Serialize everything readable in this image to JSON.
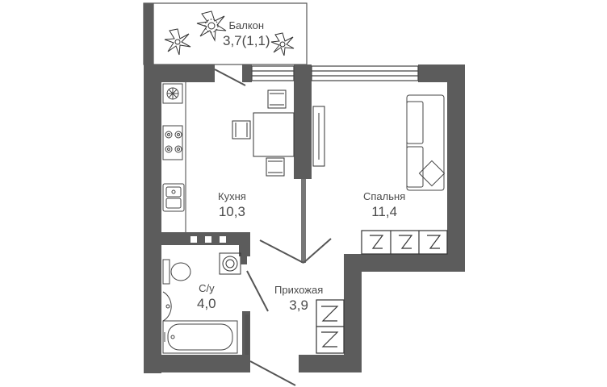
{
  "colors": {
    "wall": "#5c5c5c",
    "line": "#444444",
    "floor": "#ffffff"
  },
  "rooms": {
    "balcony": {
      "name": "Балкон",
      "area": "3,7(1,1)"
    },
    "kitchen": {
      "name": "Кухня",
      "area": "10,3"
    },
    "bedroom": {
      "name": "Спальня",
      "area": "11,4"
    },
    "bathroom": {
      "name": "С/у",
      "area": "4,0"
    },
    "hallway": {
      "name": "Прихожая",
      "area": "3,9"
    }
  },
  "icons": [
    "plant-icon",
    "stove-icon",
    "sink-icon",
    "toilet-icon",
    "bathtub-icon",
    "washing-machine-icon",
    "sofa-icon",
    "dining-table-icon",
    "wardrobe-icon",
    "door-icon"
  ]
}
